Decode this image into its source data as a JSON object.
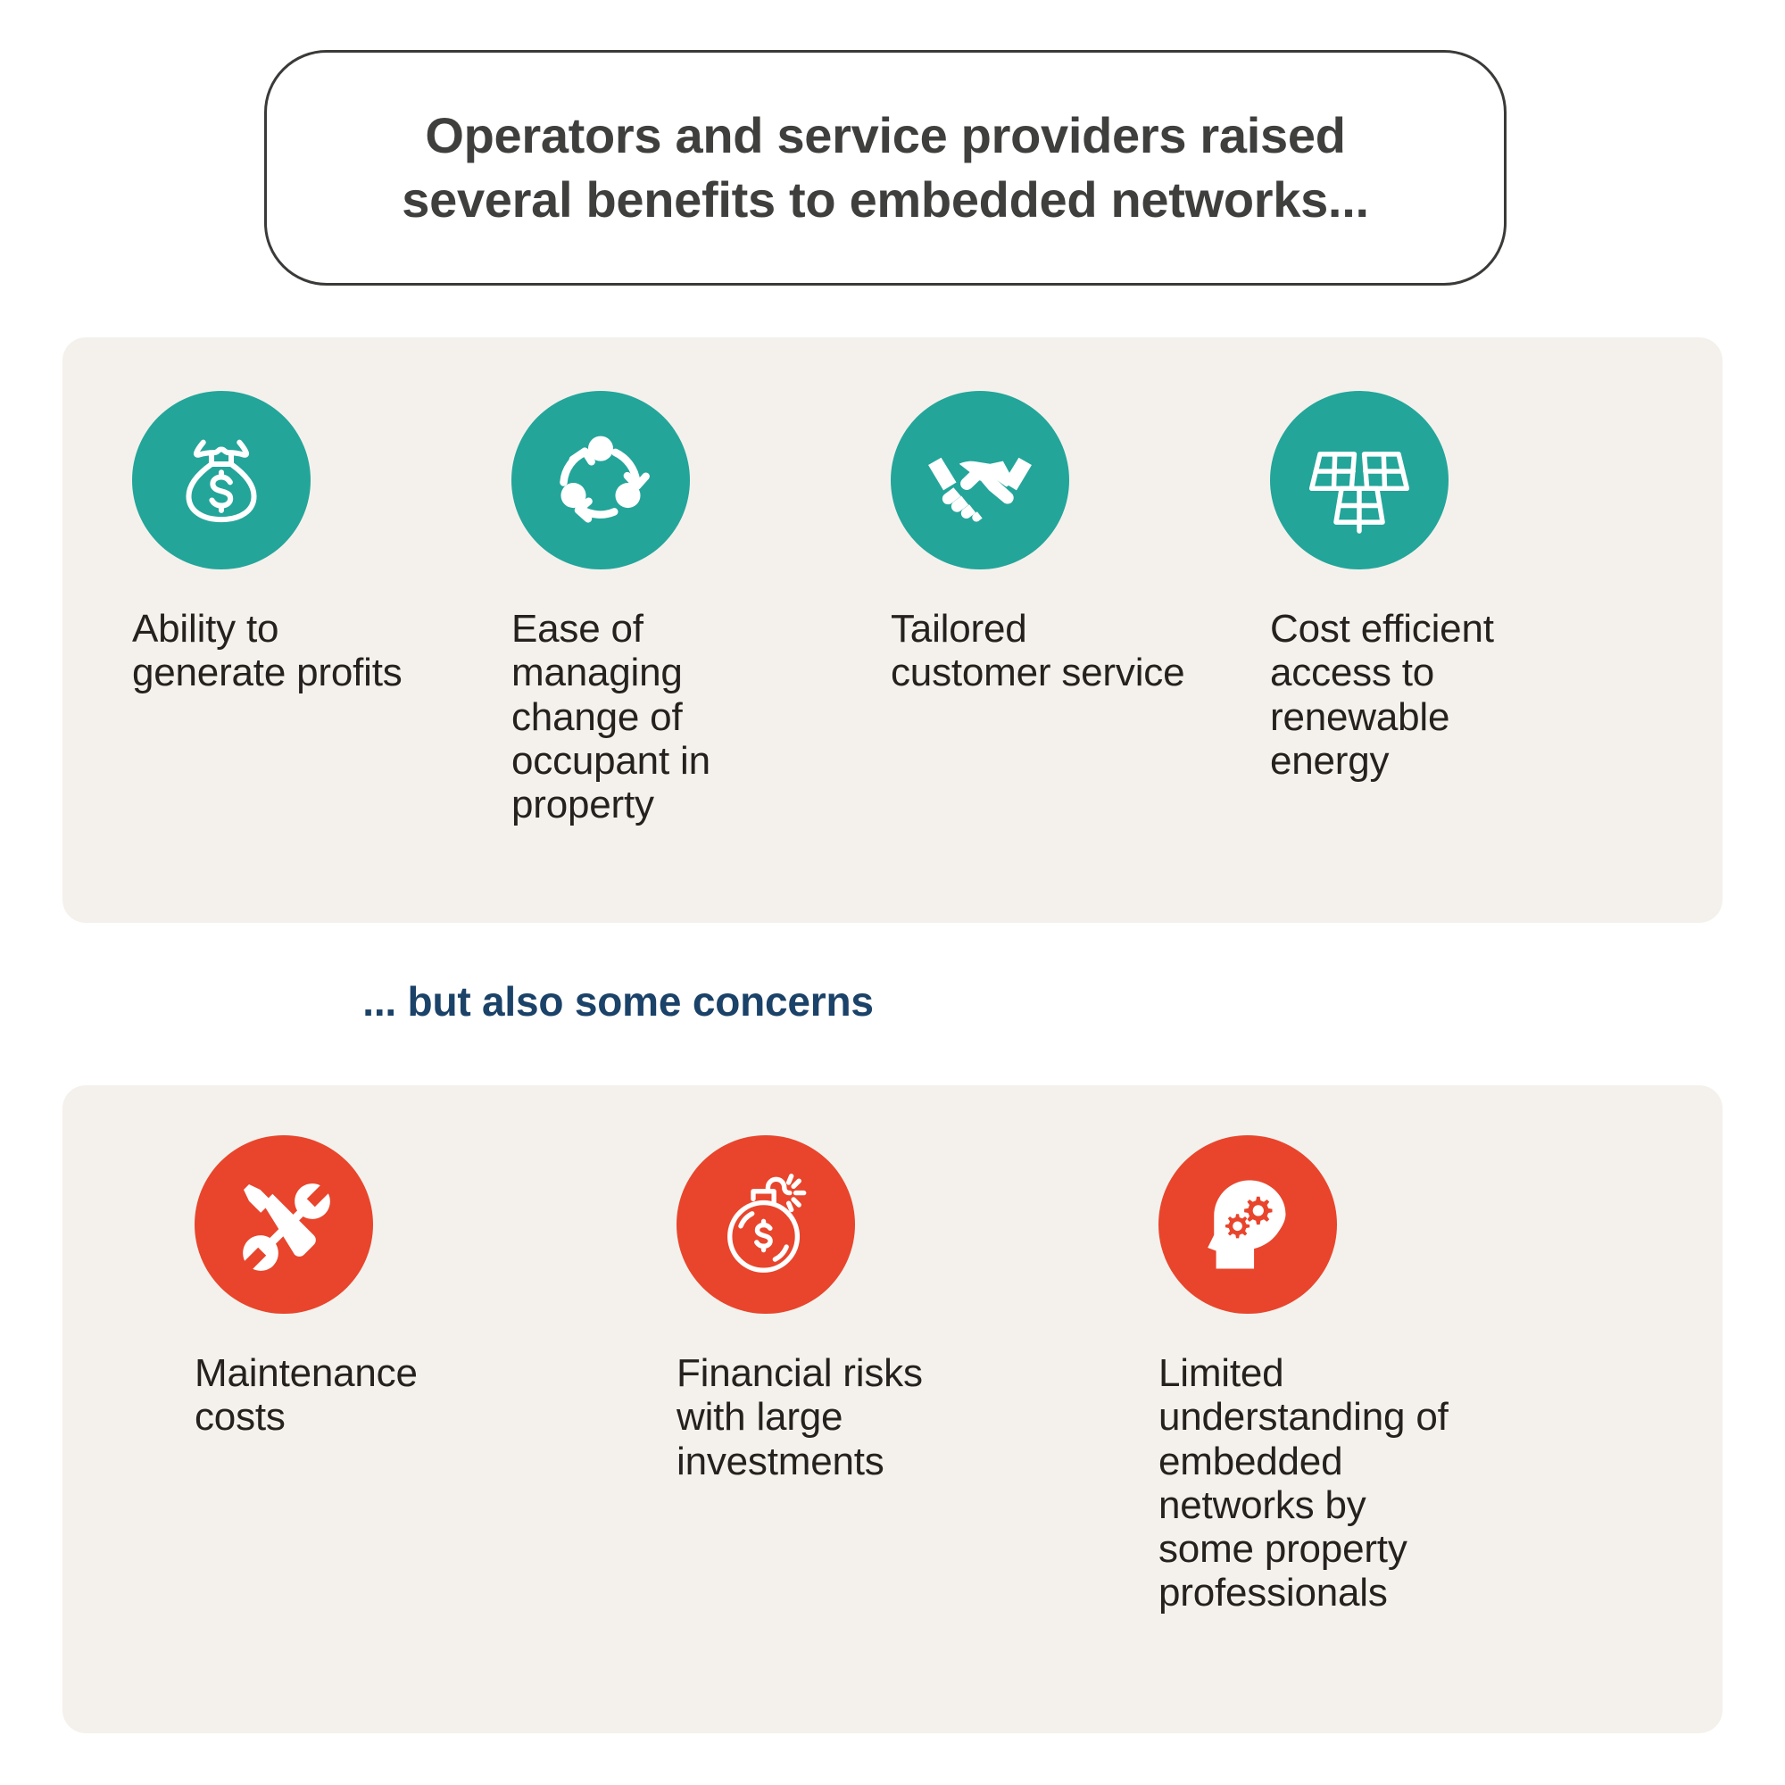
{
  "title": {
    "line1": "Operators and service providers raised",
    "line2": "several benefits to embedded networks...",
    "color": "#3f3f3d"
  },
  "mid_heading": {
    "text": "... but also some concerns",
    "color": "#1b4268"
  },
  "colors": {
    "page_background": "#ffffff",
    "panel_background": "#f4f1ec",
    "benefit_accent": "#23a59a",
    "concern_accent": "#e8452c",
    "body_text": "#24211e",
    "title_text": "#3f3f3d",
    "heading_text": "#1b4268",
    "callout_border": "#3a3a38"
  },
  "benefits": {
    "items": [
      {
        "icon": "money-bag-icon",
        "label": "Ability to generate profits"
      },
      {
        "icon": "cycle-arrows-icon",
        "label": "Ease of managing change of occupant in property"
      },
      {
        "icon": "handshake-icon",
        "label": "Tailored customer service"
      },
      {
        "icon": "solar-panels-icon",
        "label": "Cost efficient access to renewable energy"
      }
    ]
  },
  "concerns": {
    "items": [
      {
        "icon": "wrench-screwdriver-icon",
        "label": "Maintenance costs"
      },
      {
        "icon": "money-bomb-icon",
        "label": "Financial risks with large investments"
      },
      {
        "icon": "head-gears-icon",
        "label": "Limited understanding of embedded networks by some property professionals"
      }
    ]
  }
}
